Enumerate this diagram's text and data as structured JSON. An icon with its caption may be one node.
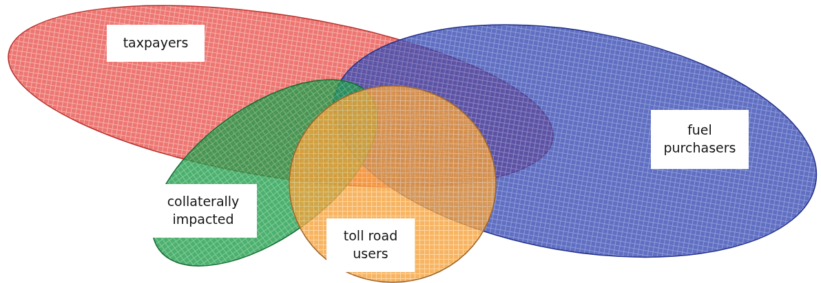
{
  "diagram": {
    "nodes": [
      {
        "text": [
          "taxpayers"
        ]
      },
      {
        "text": [
          "fuel purchasers"
        ]
      },
      {
        "text": [
          "collaterally impacted"
        ]
      },
      {
        "text": [
          "toll road users"
        ]
      }
    ]
  }
}
